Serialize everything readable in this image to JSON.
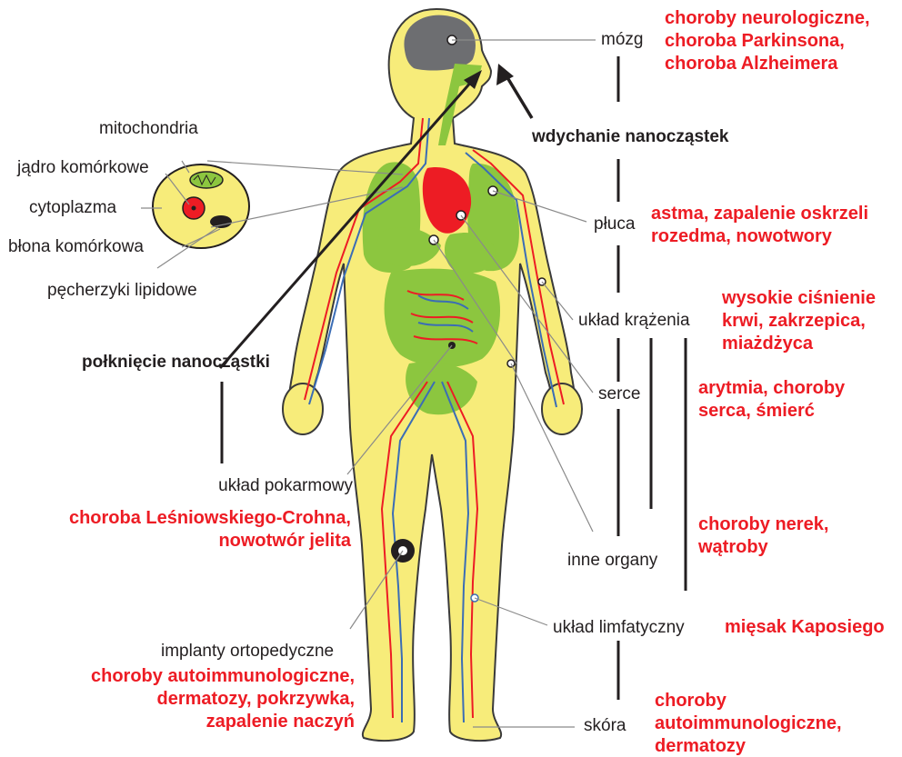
{
  "colors": {
    "body_fill": "#f7ec7a",
    "body_stroke": "#3a3a3a",
    "organ": "#8cc63f",
    "organ_dark": "#6aa62f",
    "vessel_red": "#ed1c24",
    "vessel_blue": "#3b6db5",
    "brain": "#6d6e71",
    "label_red": "#ed1c24",
    "leader": "#8a8a8a"
  },
  "cell": {
    "mitochondria": "mitochondria",
    "nucleus": "jądro komórkowe",
    "cytoplasm": "cytoplazma",
    "membrane": "błona komórkowa",
    "lipid_vesicles": "pęcherzyki lipidowe"
  },
  "routes": {
    "inhalation": "wdychanie nanocząstek",
    "ingestion": "połknięcie nanocząstki"
  },
  "organs": {
    "brain": {
      "label": "mózg",
      "diseases": [
        "choroby neurologiczne,",
        "choroba Parkinsona,",
        "choroba Alzheimera"
      ]
    },
    "lungs": {
      "label": "płuca",
      "diseases": [
        "astma, zapalenie oskrzeli",
        "rozedma, nowotwory"
      ]
    },
    "circulatory": {
      "label": "układ krążenia",
      "diseases": [
        "wysokie ciśnienie",
        "krwi, zakrzepica,",
        "miażdżyca"
      ]
    },
    "heart": {
      "label": "serce",
      "diseases": [
        "arytmia, choroby",
        "serca, śmierć"
      ]
    },
    "digestive": {
      "label": "układ pokarmowy",
      "diseases": [
        "choroba Leśniowskiego-Crohna,",
        "nowotwór jelita"
      ]
    },
    "other_organs": {
      "label": "inne organy",
      "diseases": [
        "choroby nerek,",
        "wątroby"
      ]
    },
    "implants": {
      "label": "implanty ortopedyczne",
      "diseases": [
        "choroby autoimmunologiczne,",
        "dermatozy, pokrzywka,",
        "zapalenie naczyń"
      ]
    },
    "lymphatic": {
      "label": "układ limfatyczny",
      "diseases": [
        "mięsak Kaposiego"
      ]
    },
    "skin": {
      "label": "skóra",
      "diseases": [
        "choroby",
        "autoimmunologiczne,",
        "dermatozy"
      ]
    }
  }
}
